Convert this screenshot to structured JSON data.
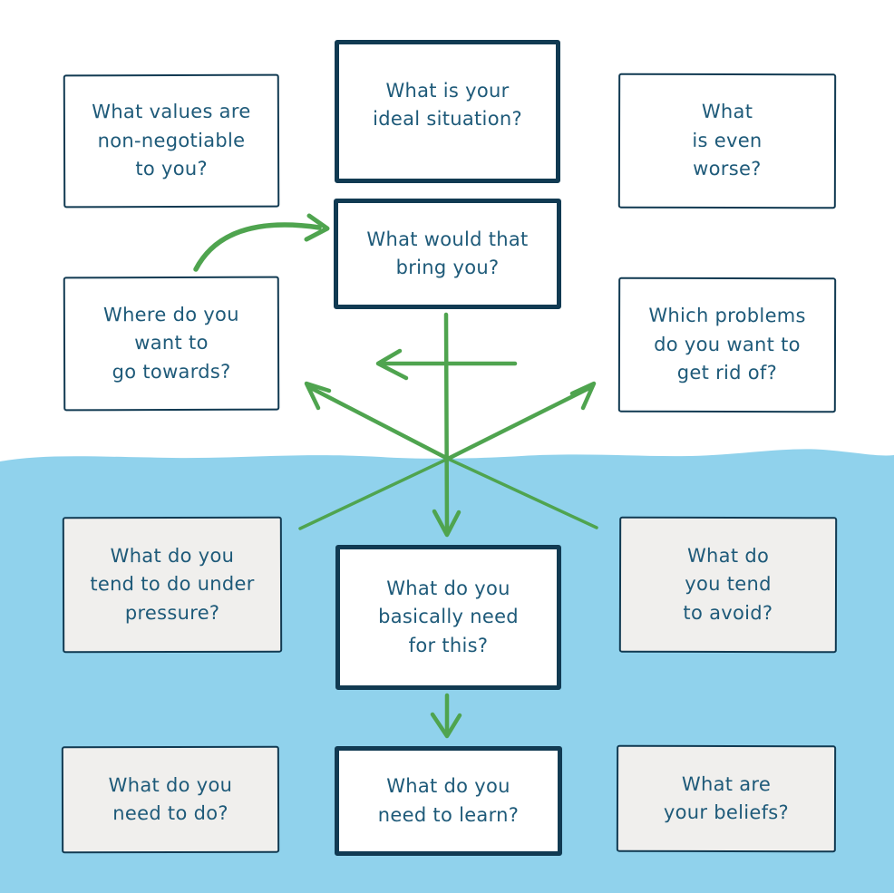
{
  "diagram_title": "iceberg coaching questions diagram",
  "palette": {
    "water_blue": "#90d2ec",
    "box_border_navy": "#113a52",
    "text_navy": "#1e5a79",
    "arrow_green": "#4fa44f",
    "submerged_box_gray": "#f0efed",
    "surface_box_white": "#ffffff"
  },
  "boxes": {
    "values": {
      "lines": [
        "What values are",
        "non-negotiable",
        "to you?"
      ]
    },
    "ideal": {
      "lines": [
        "What is your",
        "ideal situation?"
      ]
    },
    "worse": {
      "lines": [
        "What",
        "is even",
        "worse?"
      ]
    },
    "bring": {
      "lines": [
        "What would that",
        "bring you?"
      ]
    },
    "towards": {
      "lines": [
        "Where do you",
        "want to",
        "go towards?"
      ]
    },
    "problems": {
      "lines": [
        "Which problems",
        "do you want to",
        "get rid of?"
      ]
    },
    "pressure": {
      "lines": [
        "What do you",
        "tend to do under",
        "pressure?"
      ]
    },
    "need": {
      "lines": [
        "What do you",
        "basically need",
        "for this?"
      ]
    },
    "avoid": {
      "lines": [
        "What do",
        "you tend",
        "to avoid?"
      ]
    },
    "todo": {
      "lines": [
        "What do you",
        "need to do?"
      ]
    },
    "learn": {
      "lines": [
        "What do you",
        "need to learn?"
      ]
    },
    "beliefs": {
      "lines": [
        "What are",
        "your beliefs?"
      ]
    }
  }
}
